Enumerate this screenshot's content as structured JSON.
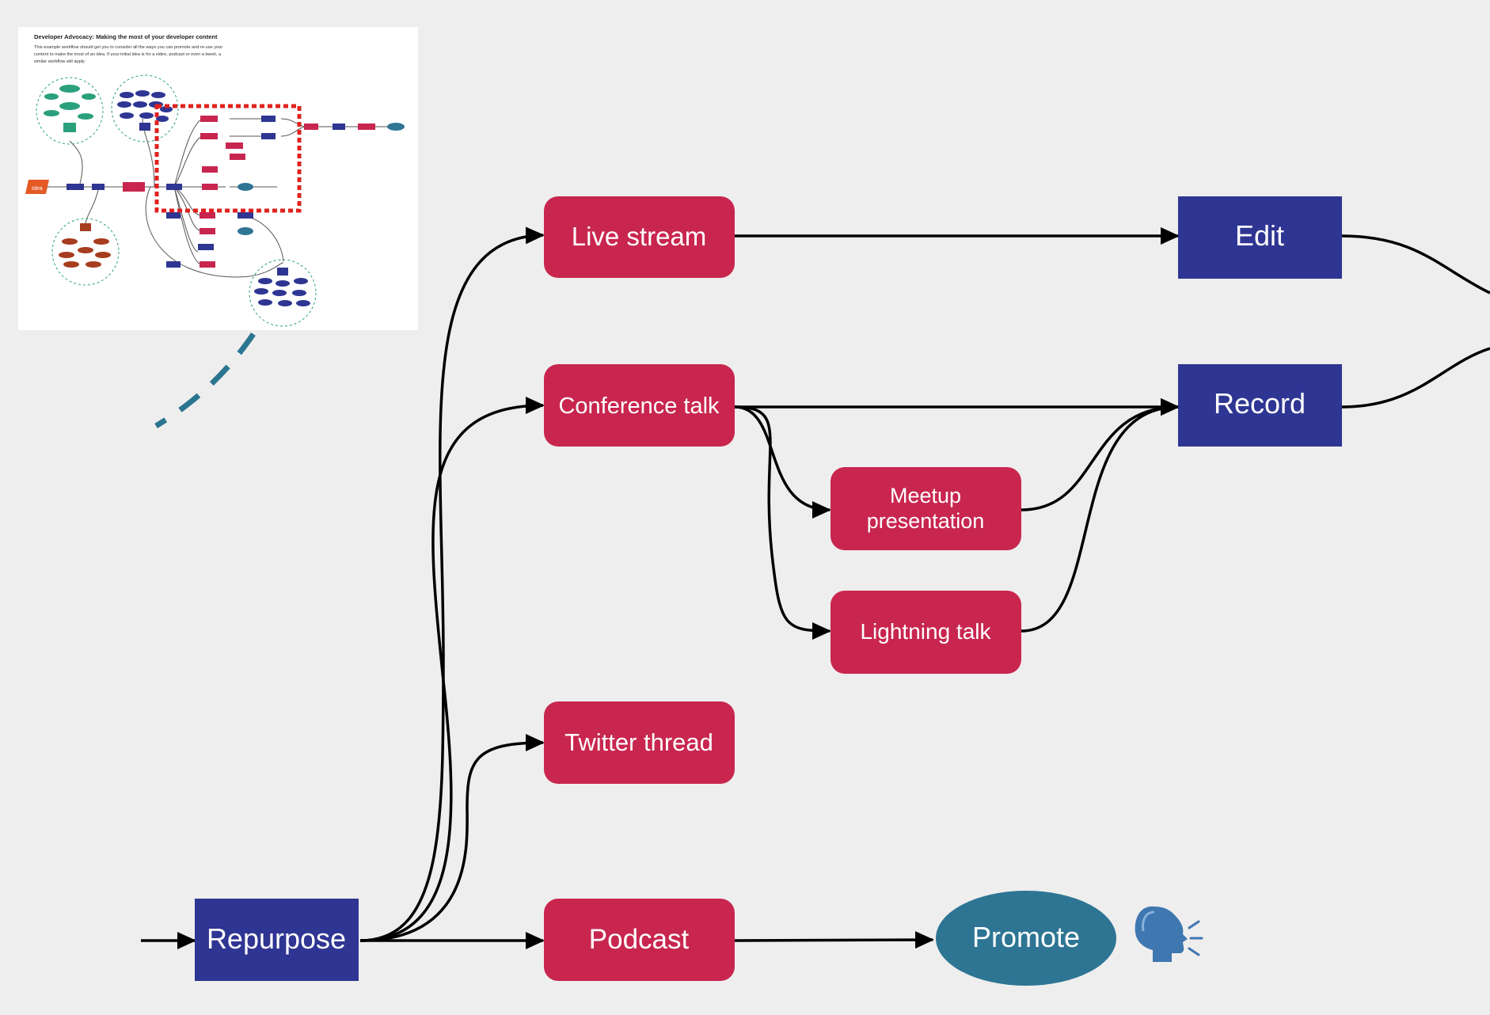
{
  "colors": {
    "background": "#efeeee",
    "content_node": "#c8264f",
    "action_node": "#2e3592",
    "promote_node": "#2e7594",
    "connector": "#000000",
    "highlight": "#e02020",
    "zoom_dash": "#2a7590"
  },
  "nodes": {
    "live_stream": "Live stream",
    "conference_talk": "Conference talk",
    "meetup_line1": "Meetup",
    "meetup_line2": "presentation",
    "lightning_talk": "Lightning talk",
    "twitter_thread": "Twitter thread",
    "podcast": "Podcast",
    "edit": "Edit",
    "record": "Record",
    "repurpose": "Repurpose",
    "promote": "Promote"
  },
  "icons": {
    "speaking_head": "speaking-head-icon"
  },
  "thumbnail": {
    "title": "Developer Advocacy: Making the most of your developer content",
    "description": [
      "This example workflow should get you to consider all the ways you can promote and re-use your",
      "content to make the most of an idea. If your initial idea is for a video, podcast or even a tweet, a",
      "similar workflow will apply."
    ],
    "idea_label": "Idea"
  }
}
